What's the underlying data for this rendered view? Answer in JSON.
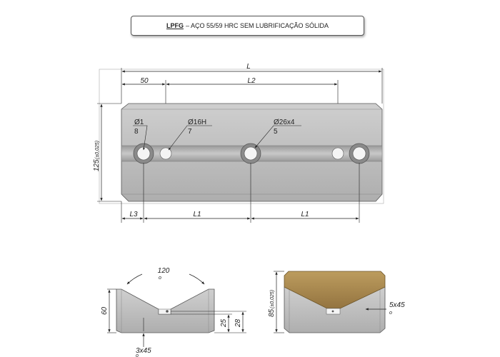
{
  "title": {
    "code": "LPFG",
    "text": "– AÇO 55/59 HRC SEM LUBRIFICAÇÃO SÓLIDA"
  },
  "top_view": {
    "dim_L": "L",
    "dim_50": "50",
    "dim_L2": "L2",
    "dim_125": "125",
    "dim_125_tol": "(±0,025)",
    "dim_L3": "L3",
    "dim_L1_left": "L1",
    "dim_L1_right": "L1",
    "hole_a_dia": "Ø1",
    "hole_a_num": "8",
    "hole_b_dia": "Ø16H",
    "hole_b_num": "7",
    "hole_c_dia": "Ø26x4",
    "hole_c_num": "5"
  },
  "side_view_left": {
    "angle": "120",
    "angle_unit": "o",
    "dim_60": "60",
    "dim_25": "25",
    "dim_28": "28",
    "chamfer": "3x45",
    "chamfer_unit": "o"
  },
  "side_view_right": {
    "dim_85": "85",
    "dim_85_tol": "(±0,025)",
    "chamfer": "5x45",
    "chamfer_unit": "o"
  },
  "colors": {
    "steel": "#b9b9b9",
    "steel_dark": "#8e8e8e",
    "bronze": "#a98a4f",
    "line": "#222222"
  }
}
